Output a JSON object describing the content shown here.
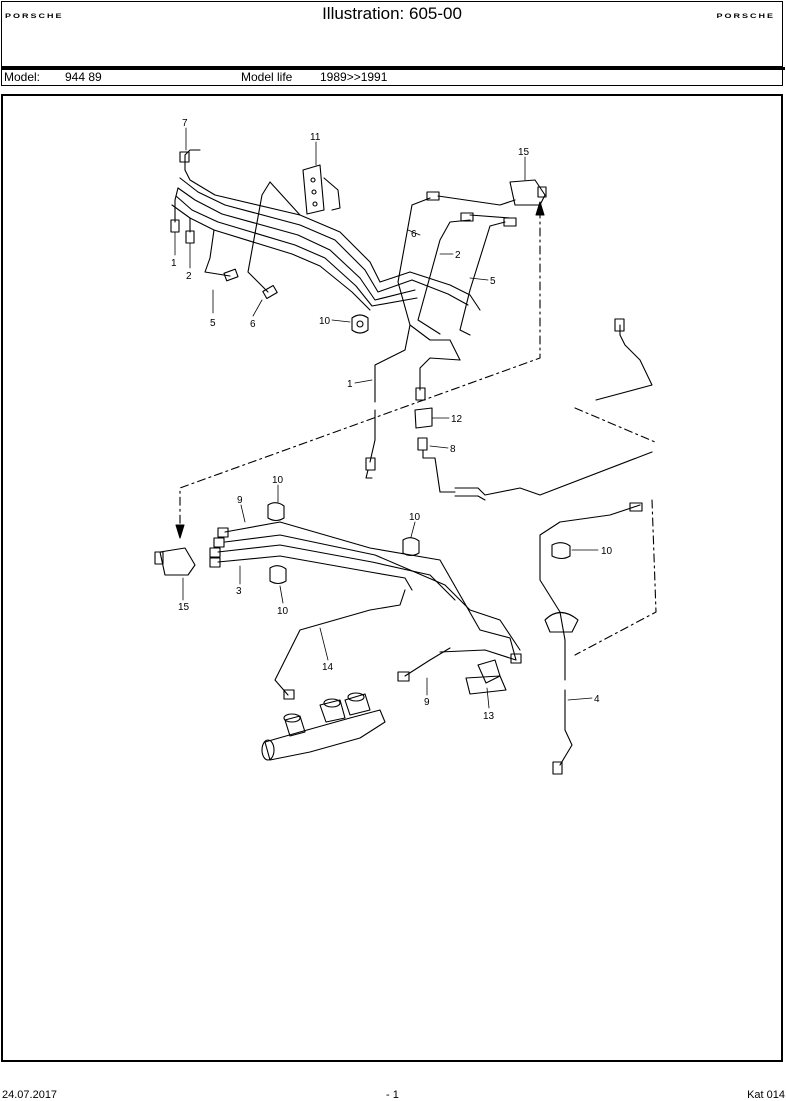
{
  "header": {
    "brand_left": "PORSCHE",
    "brand_right": "PORSCHE",
    "title": "Illustration: 605-00"
  },
  "model_bar": {
    "model_label": "Model:",
    "model_value": "944 89",
    "life_label": "Model life",
    "life_value": "1989>>1991"
  },
  "callouts": [
    "7",
    "11",
    "15",
    "1",
    "2",
    "6",
    "2",
    "5",
    "5",
    "6",
    "10",
    "1",
    "12",
    "8",
    "10",
    "9",
    "10",
    "15",
    "3",
    "10",
    "10",
    "14",
    "9",
    "13",
    "4"
  ],
  "footer": {
    "date": "24.07.2017",
    "page": "- 1",
    "catalog": "Kat 014"
  }
}
